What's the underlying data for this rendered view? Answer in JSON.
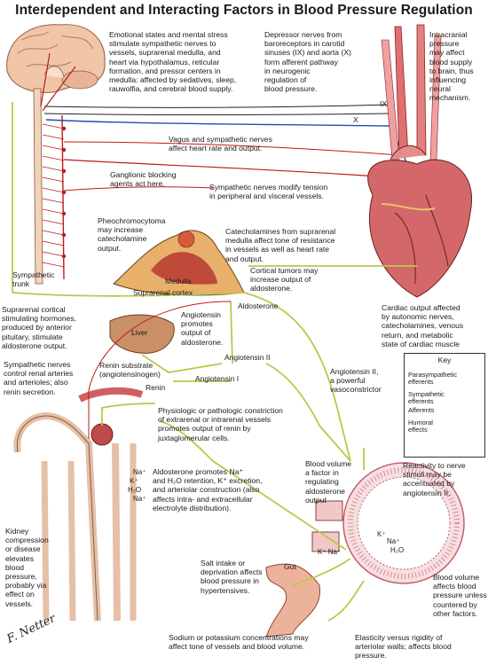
{
  "title": "Interdependent and Interacting Factors in Blood Pressure Regulation",
  "annotations": {
    "emotional_states": [
      "Emotional states and mental stress",
      "stimulate sympathetic nerves to",
      "vessels, suprarenal medulla, and",
      "heart via hypothalamus, reticular",
      "formation, and pressor centers in",
      "medulla: affected by sedatives, sleep,",
      "rauwolfia, and cerebral blood supply."
    ],
    "depressor_nerves": [
      "Depressor nerves from",
      "baroreceptors in carotid",
      "sinuses (IX) and aorta (X)",
      "form afferent pathway",
      "in neurogenic",
      "regulation of",
      "blood pressure."
    ],
    "intracranial": [
      "Intracranial",
      "pressure",
      "may affect",
      "blood supply",
      "to brain, thus",
      "influencing",
      "neural",
      "mechanism."
    ],
    "vagus": [
      "Vagus and sympathetic nerves",
      "affect heart rate and output."
    ],
    "ganglionic": [
      "Ganglionic blocking",
      "agents act here."
    ],
    "sympathetic_tension": [
      "Sympathetic nerves modify tension",
      "in peripheral and visceral vessels."
    ],
    "pheochromocytoma": [
      "Pheochromocytoma",
      "may increase",
      "catecholamine",
      "output."
    ],
    "catecholamines": [
      "Catecholamines from suprarenal",
      "medulla affect tone of resistance",
      "in vessels as well as heart rate",
      "and output."
    ],
    "cortical_tumors": [
      "Cortical tumors may",
      "increase output of",
      "aldosterone."
    ],
    "sympathetic_trunk": [
      "Sympathetic",
      "trunk"
    ],
    "suprarenal_cortical": [
      "Suprarenal cortical",
      "stimulating hormones,",
      "produced by anterior",
      "pituitary, stimulate",
      "aldosterone output."
    ],
    "cardiac_output": [
      "Cardiac output affected",
      "by autonomic nerves,",
      "catecholamines, venous",
      "return, and metabolic",
      "state of cardiac muscle"
    ],
    "angiotensin_promotes": [
      "Angiotensin",
      "promotes",
      "output of",
      "aldosterone."
    ],
    "sympathetic_renal": [
      "Sympathetic nerves",
      "control renal arteries",
      "and arterioles; also",
      "renin secretion."
    ],
    "renin_substrate": [
      "Renin substrate",
      "(angiotensinogen)"
    ],
    "angiotensin_ii_vaso": [
      "Angiotensin II,",
      "a powerful",
      "vasoconstrictor"
    ],
    "physiologic": [
      "Physiologic or pathologic constriction",
      "of extrarenal or intrarenal vessels",
      "promotes output of renin by",
      "juxtaglomerular cells."
    ],
    "reactivity": [
      "Reactivity to nerve",
      "stimuli may be",
      "accentuated by",
      "angiotensin II."
    ],
    "aldosterone_promotes": [
      "Aldosterone promotes Na⁺",
      "and H₂O retention, K⁺ excretion,",
      "and arteriolar construction (also",
      "affects intra- and extracellular",
      "electrolyte distribution)."
    ],
    "blood_volume_factor": [
      "Blood volume",
      "a factor in",
      "regulating",
      "aldosterone",
      "output"
    ],
    "kidney_compression": [
      "Kidney",
      "compression",
      "or disease",
      "elevates",
      "blood",
      "pressure,",
      "probably via",
      "effect on",
      "vessels."
    ],
    "salt_intake": [
      "Salt intake or",
      "deprivation affects",
      "blood pressure in",
      "hypertensives."
    ],
    "blood_volume_affects": [
      "Blood volume",
      "affects blood",
      "pressure unless",
      "countered by",
      "other factors."
    ],
    "sodium_potassium": [
      "Sodium or potassium concentrations may",
      "affect tone of vessels and blood volume."
    ],
    "elasticity": [
      "Elasticity versus rigidity of",
      "arteriolar walls; affects blood",
      "pressure."
    ]
  },
  "organ_labels": {
    "medulla": "Medulla",
    "suprarenal_cortex": "Suprarenal cortex",
    "aldosterone": "Aldosterone",
    "liver": "Liver",
    "renin": "Renin",
    "angiotensin_i": "Angiotensin I",
    "angiotensin_ii": "Angiotensin II",
    "gut": "Gut",
    "nerve_ix": "IX",
    "nerve_x": "X"
  },
  "ions": {
    "kidney": [
      "Na⁺",
      "K⁺",
      "H₂O",
      "Na⁺"
    ],
    "vessel": [
      "K⁺",
      "Na⁺",
      "H₂O"
    ],
    "cells": "K⁺ Na⁺"
  },
  "key": {
    "title": "Key",
    "rows": [
      {
        "label": "Parasympathetic efferents",
        "color": "#1f4fb0"
      },
      {
        "label": "Sympathetic efferents",
        "color": "#c01a1a"
      },
      {
        "label": "Afferents",
        "color": "#222222"
      },
      {
        "label": "Humoral effects",
        "color": "#b9c94a"
      }
    ]
  },
  "signature": "F. Netter",
  "colors": {
    "parasympathetic": "#1f4fb0",
    "sympathetic": "#c01a1a",
    "afferent": "#222222",
    "humoral": "#b9c94a"
  }
}
